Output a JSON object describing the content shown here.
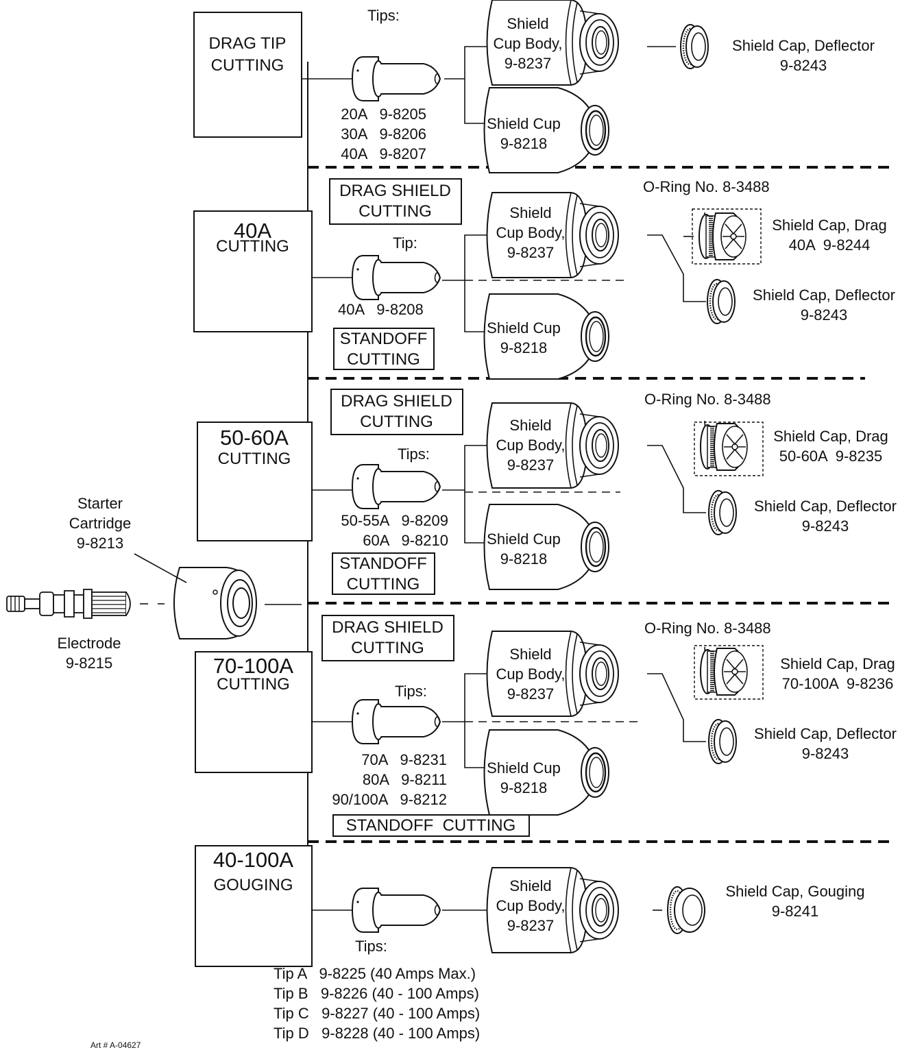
{
  "modes": {
    "drag_tip": {
      "line1": "DRAG TIP",
      "line2": "CUTTING"
    },
    "a40": {
      "amps": "40A",
      "line2": "CUTTING"
    },
    "a50": {
      "amps": "50-60A",
      "line2": "CUTTING"
    },
    "a70": {
      "amps": "70-100A",
      "line2": "CUTTING"
    },
    "gouge": {
      "amps": "40-100A",
      "line2": "GOUGING"
    }
  },
  "drag_shield_label": "DRAG SHIELD\nCUTTING",
  "standoff_label": "STANDOFF\nCUTTING",
  "standoff_label_wide": "STANDOFF  CUTTING",
  "tips_heading": "Tips:",
  "tip_heading": "Tip:",
  "oring_label": "O-Ring No. 8-3488",
  "shield_cup_body": "Shield\nCup Body,\n9-8237",
  "shield_cup_body_row1": "Shield\nCup Body,\n9-8237",
  "shield_cup": "Shield Cup\n9-8218",
  "deflector": "Shield Cap, Deflector\n9-8243",
  "drag_tip_tips": "20A   9-8205\n30A   9-8206\n40A   9-8207",
  "a40_tip": "40A   9-8208",
  "a50_tips": "50-55A   9-8209\n60A   9-8210",
  "a70_tips": "70A   9-8231\n80A   9-8211\n90/100A   9-8212",
  "drag_cap_40": "Shield Cap, Drag\n40A  9-8244",
  "drag_cap_50": "Shield Cap, Drag\n50-60A  9-8235",
  "drag_cap_70": "Shield Cap, Drag\n70-100A  9-8236",
  "gouging_cap": "Shield Cap, Gouging\n9-8241",
  "gouging_tips": "Tip A   9-8225 (40 Amps Max.)\nTip B   9-8226 (40 - 100 Amps)\nTip C   9-8227 (40 - 100 Amps)\nTip D   9-8228 (40 - 100 Amps)",
  "starter": "Starter\nCartridge\n9-8213",
  "electrode": "Electrode\n9-8215",
  "art_number": "Art # A-04627"
}
